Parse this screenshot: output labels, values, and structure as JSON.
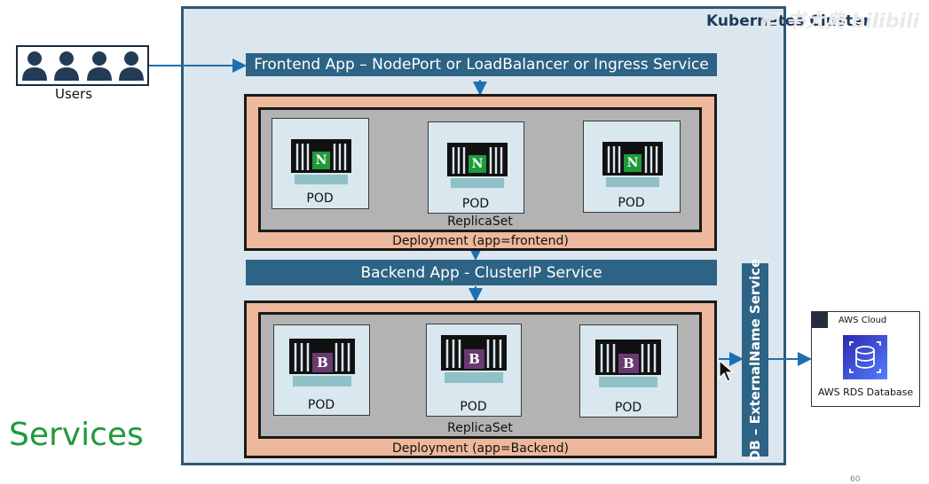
{
  "cluster": {
    "title": "Kubernetes Cluster"
  },
  "watermark": {
    "text": "但 书大典 bilibili"
  },
  "users": {
    "label": "Users"
  },
  "frontend_service": {
    "label": "Frontend App – NodePort or LoadBalancer or Ingress Service"
  },
  "frontend": {
    "pods": [
      {
        "label": "POD",
        "letter": "N"
      },
      {
        "label": "POD",
        "letter": "N"
      },
      {
        "label": "POD",
        "letter": "N"
      }
    ],
    "replicaset": "ReplicaSet",
    "deployment": "Deployment (app=frontend)",
    "color": "#1f9a3b"
  },
  "backend_service": {
    "label": "Backend App - ClusterIP Service"
  },
  "backend": {
    "pods": [
      {
        "label": "POD",
        "letter": "B"
      },
      {
        "label": "POD",
        "letter": "B"
      },
      {
        "label": "POD",
        "letter": "B"
      }
    ],
    "replicaset": "ReplicaSet",
    "deployment": "Deployment (app=Backend)",
    "color": "#6a3a70"
  },
  "external_service": {
    "label": "DB – ExternalName  Service"
  },
  "aws": {
    "cloud_label": "AWS Cloud",
    "rds_label": "AWS RDS Database"
  },
  "slide": {
    "title": "Services",
    "page": "60"
  }
}
